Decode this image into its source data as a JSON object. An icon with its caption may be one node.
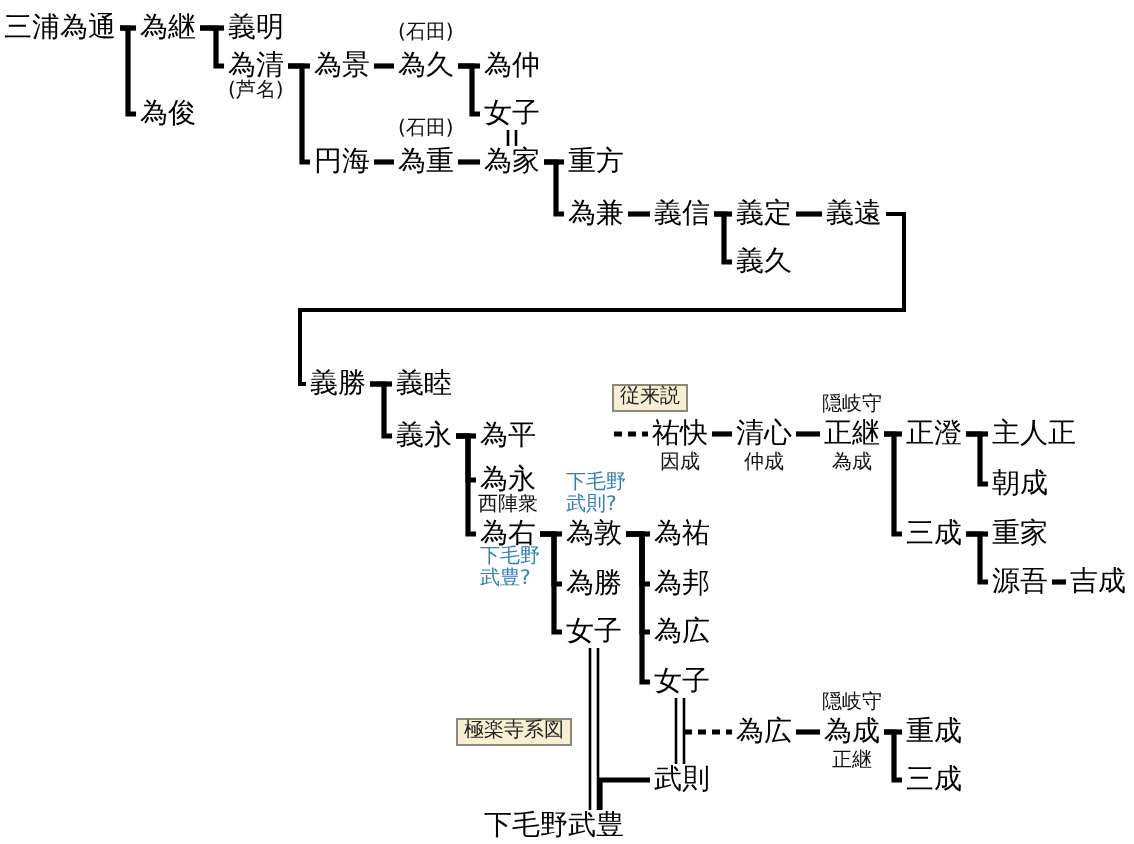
{
  "diagram": {
    "nodes": [
      {
        "text": [
          "三浦為通"
        ]
      },
      {
        "text": [
          "為継"
        ]
      },
      {
        "text": [
          "義明"
        ]
      },
      {
        "text": [
          "為清"
        ],
        "beside": [
          "(芦名)"
        ]
      },
      {
        "text": [
          "為景"
        ]
      },
      {
        "text": [
          "為久"
        ],
        "beside": [
          "(石田)"
        ]
      },
      {
        "text": [
          "為仲"
        ]
      },
      {
        "text": [
          "女子"
        ]
      },
      {
        "text": [
          "為俊"
        ]
      },
      {
        "text": [
          "円海"
        ]
      },
      {
        "text": [
          "為重"
        ],
        "beside": [
          "(石田)"
        ]
      },
      {
        "text": [
          "為家"
        ]
      },
      {
        "text": [
          "重方"
        ]
      },
      {
        "text": [
          "為兼"
        ]
      },
      {
        "text": [
          "義信"
        ]
      },
      {
        "text": [
          "義定"
        ]
      },
      {
        "text": [
          "義遠"
        ]
      },
      {
        "text": [
          "義久"
        ]
      },
      {
        "text": [
          "義勝"
        ]
      },
      {
        "text": [
          "義睦"
        ]
      },
      {
        "text": [
          "従来説"
        ]
      },
      {
        "text": [
          "義永"
        ]
      },
      {
        "text": [
          "為平"
        ]
      },
      {
        "text": [
          "祐快"
        ],
        "beside": [
          "因成"
        ]
      },
      {
        "text": [
          "清心"
        ],
        "beside": [
          "仲成"
        ]
      },
      {
        "text": [
          "正継"
        ],
        "beside": [
          "隠岐守",
          "為成"
        ]
      },
      {
        "text": [
          "正澄"
        ]
      },
      {
        "text": [
          "主人正"
        ]
      },
      {
        "text": [
          "朝成"
        ]
      },
      {
        "text": [
          "為永"
        ],
        "beside": [
          "西陣衆"
        ]
      },
      {
        "text": [
          "為右"
        ],
        "beside": [
          "下毛野武豊?"
        ]
      },
      {
        "text": [
          "為敦"
        ],
        "beside": [
          "下毛野武則?"
        ]
      },
      {
        "text": [
          "為祐"
        ]
      },
      {
        "text": [
          "三成"
        ]
      },
      {
        "text": [
          "重家"
        ]
      },
      {
        "text": [
          "為勝"
        ]
      },
      {
        "text": [
          "為邦"
        ]
      },
      {
        "text": [
          "源吾"
        ]
      },
      {
        "text": [
          "吉成"
        ]
      },
      {
        "text": [
          "女子"
        ]
      },
      {
        "text": [
          "為広"
        ]
      },
      {
        "text": [
          "女子"
        ]
      },
      {
        "text": [
          "極楽寺系図"
        ]
      },
      {
        "text": [
          "為広"
        ]
      },
      {
        "text": [
          "為成"
        ],
        "beside": [
          "隠岐守",
          "正継"
        ]
      },
      {
        "text": [
          "重成"
        ]
      },
      {
        "text": [
          "武則"
        ]
      },
      {
        "text": [
          "三成"
        ]
      },
      {
        "text": [
          "下毛野武豊"
        ]
      }
    ],
    "edges": [
      {
        "from": 0,
        "to": 1,
        "arrow": "none"
      },
      {
        "from": 0,
        "to": 8,
        "arrow": "none"
      },
      {
        "from": 1,
        "to": 2,
        "arrow": "none"
      },
      {
        "from": 1,
        "to": 3,
        "arrow": "none"
      },
      {
        "from": 3,
        "to": 4,
        "arrow": "none"
      },
      {
        "from": 3,
        "to": 9,
        "arrow": "none"
      },
      {
        "from": 4,
        "to": 5,
        "arrow": "none"
      },
      {
        "from": 5,
        "to": 6,
        "arrow": "none"
      },
      {
        "from": 5,
        "to": 7,
        "arrow": "none"
      },
      {
        "from": 7,
        "to": 11,
        "arrow": "none"
      },
      {
        "from": 9,
        "to": 10,
        "arrow": "none"
      },
      {
        "from": 10,
        "to": 11,
        "arrow": "none"
      },
      {
        "from": 11,
        "to": 12,
        "arrow": "none"
      },
      {
        "from": 11,
        "to": 13,
        "arrow": "none"
      },
      {
        "from": 13,
        "to": 14,
        "arrow": "none"
      },
      {
        "from": 14,
        "to": 15,
        "arrow": "none"
      },
      {
        "from": 14,
        "to": 17,
        "arrow": "none"
      },
      {
        "from": 15,
        "to": 16,
        "arrow": "none"
      },
      {
        "from": 16,
        "to": 18,
        "arrow": "none"
      },
      {
        "from": 18,
        "to": 19,
        "arrow": "none"
      },
      {
        "from": 18,
        "to": 21,
        "arrow": "none"
      },
      {
        "from": 21,
        "to": 22,
        "arrow": "none"
      },
      {
        "from": 21,
        "to": 29,
        "arrow": "none"
      },
      {
        "from": 21,
        "to": 30,
        "arrow": "none"
      },
      {
        "from": 30,
        "to": 31,
        "arrow": "none"
      },
      {
        "from": 30,
        "to": 35,
        "arrow": "none"
      },
      {
        "from": 30,
        "to": 39,
        "arrow": "none"
      },
      {
        "from": 31,
        "to": 32,
        "arrow": "none"
      },
      {
        "from": 31,
        "to": 36,
        "arrow": "none"
      },
      {
        "from": 31,
        "to": 40,
        "arrow": "none"
      },
      {
        "from": 31,
        "to": 41,
        "arrow": "none"
      },
      {
        "from": null,
        "to": 23,
        "arrow": "none",
        "style": "dashed"
      },
      {
        "from": 23,
        "to": 24,
        "arrow": "none"
      },
      {
        "from": 24,
        "to": 25,
        "arrow": "none"
      },
      {
        "from": 25,
        "to": 26,
        "arrow": "none"
      },
      {
        "from": 25,
        "to": 33,
        "arrow": "none"
      },
      {
        "from": 26,
        "to": 27,
        "arrow": "none"
      },
      {
        "from": 26,
        "to": 28,
        "arrow": "none"
      },
      {
        "from": 33,
        "to": 34,
        "arrow": "none"
      },
      {
        "from": 33,
        "to": 37,
        "arrow": "none"
      },
      {
        "from": 37,
        "to": 38,
        "arrow": "none"
      },
      {
        "from": 39,
        "to": 48,
        "arrow": "none"
      },
      {
        "from": 48,
        "to": 46,
        "arrow": "none"
      },
      {
        "from": 41,
        "to": 46,
        "arrow": "none"
      },
      {
        "from": 41,
        "to": 43,
        "arrow": "none",
        "style": "dashed"
      },
      {
        "from": 43,
        "to": 44,
        "arrow": "none"
      },
      {
        "from": 44,
        "to": 45,
        "arrow": "none"
      },
      {
        "from": 44,
        "to": 47,
        "arrow": "none"
      }
    ]
  }
}
